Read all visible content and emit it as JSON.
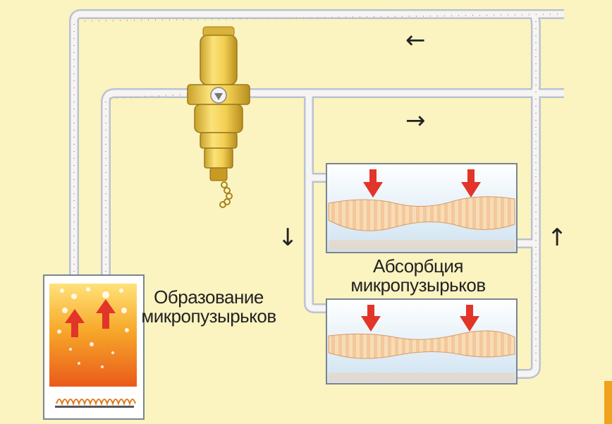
{
  "labels": {
    "formation_line1": "Образование",
    "formation_line2": "микропузырьков",
    "absorption_line1": "Абсорбция",
    "absorption_line2": "микропузырьков"
  },
  "flow_arrows": {
    "return_top": "←",
    "supply_top": "→",
    "down": "↓",
    "up": "↑"
  },
  "colors": {
    "background": "#fbf3c0",
    "pipe": "#f7f4f4",
    "pipe_edge": "#b9c3d0",
    "separator_brass": "#e9c84a",
    "heat_arrow": "#e3342a",
    "boiler_fire": "#f08a1e",
    "radiator_water": "#d6e8f3",
    "radiator_wall": "#f5cfa5"
  }
}
